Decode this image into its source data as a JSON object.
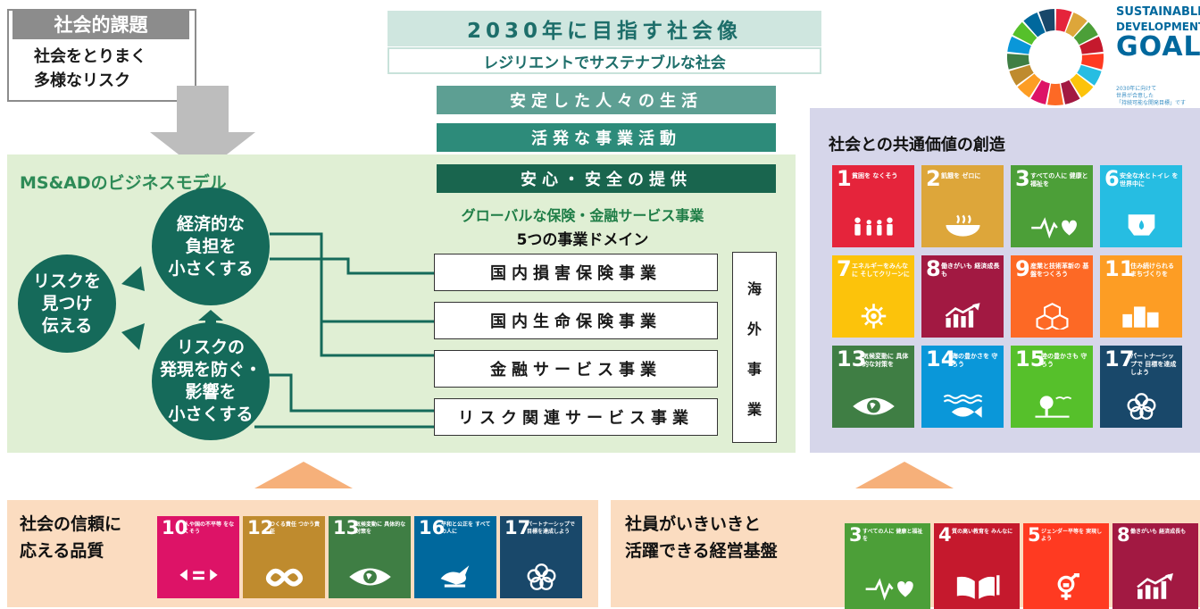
{
  "issues": {
    "tab": "社会的課題",
    "line1": "社会をとりまく",
    "line2": "多様なリスク"
  },
  "vision": {
    "title": "2030年に目指す社会像",
    "subtitle": "レジリエントでサステナブルな社会",
    "bars": [
      "安定した人々の生活",
      "活発な事業活動",
      "安心・安全の提供"
    ]
  },
  "business_model": {
    "title": "MS&ADのビジネスモデル",
    "circle_find": [
      "リスクを",
      "見つけ",
      "伝える"
    ],
    "circle_econ": [
      "経済的な",
      "負担を",
      "小さくする"
    ],
    "circle_prevent": [
      "リスクの",
      "発現を防ぐ・",
      "影響を",
      "小さくする"
    ],
    "global_title": "グローバルな保険・金融サービス事業",
    "domain_title": "5つの事業ドメイン",
    "domains": [
      "国内損害保険事業",
      "国内生命保険事業",
      "金融サービス事業",
      "リスク関連サービス事業"
    ],
    "overseas": [
      "海",
      "外",
      "事",
      "業"
    ]
  },
  "sdgs_logo": {
    "line1": "SUSTAINABLE",
    "line2": "DEVELOPMENT",
    "line3": "GOALS",
    "note1": "2030年に向けて",
    "note2": "世界が合意した",
    "note3": "「持続可能な開発目標」です"
  },
  "shared_value": {
    "title": "社会との共通価値の創造",
    "goals": [
      {
        "num": "1",
        "label": "貧困を なくそう",
        "color": "#e5243b",
        "icon": "people-family-icon"
      },
      {
        "num": "2",
        "label": "飢餓を ゼロに",
        "color": "#dda63a",
        "icon": "bowl-icon"
      },
      {
        "num": "3",
        "label": "すべての人に 健康と福祉を",
        "color": "#4c9f38",
        "icon": "heartbeat-icon"
      },
      {
        "num": "6",
        "label": "安全な水とトイレ を世界中に",
        "color": "#26bde2",
        "icon": "water-drop-icon"
      },
      {
        "num": "7",
        "label": "エネルギーをみんなに そしてクリーンに",
        "color": "#fcc30b",
        "icon": "sun-power-icon"
      },
      {
        "num": "8",
        "label": "働きがいも 経済成長も",
        "color": "#a21942",
        "icon": "growth-chart-icon"
      },
      {
        "num": "9",
        "label": "産業と技術革新の 基盤をつくろう",
        "color": "#fd6925",
        "icon": "cubes-icon"
      },
      {
        "num": "11",
        "label": "住み続けられる まちづくりを",
        "color": "#fd9d24",
        "icon": "city-icon"
      },
      {
        "num": "13",
        "label": "気候変動に 具体的な対策を",
        "color": "#3f7e44",
        "icon": "earth-eye-icon"
      },
      {
        "num": "14",
        "label": "海の豊かさを 守ろう",
        "color": "#0a97d9",
        "icon": "fish-icon"
      },
      {
        "num": "15",
        "label": "陸の豊かさも 守ろう",
        "color": "#56c02b",
        "icon": "tree-bird-icon"
      },
      {
        "num": "17",
        "label": "パートナーシップで 目標を達成しよう",
        "color": "#19486a",
        "icon": "rings-icon"
      }
    ]
  },
  "bottom_left": {
    "title_line1": "社会の信頼に",
    "title_line2": "応える品質",
    "goals": [
      {
        "num": "10",
        "label": "人や国の不平等 をなくそう",
        "color": "#dd1367",
        "icon": "equality-icon"
      },
      {
        "num": "12",
        "label": "つくる責任 つかう責任",
        "color": "#bf8b2e",
        "icon": "infinity-icon"
      },
      {
        "num": "13",
        "label": "気候変動に 具体的な対策を",
        "color": "#3f7e44",
        "icon": "earth-eye-icon"
      },
      {
        "num": "16",
        "label": "平和と公正を すべての人に",
        "color": "#00689d",
        "icon": "dove-icon"
      },
      {
        "num": "17",
        "label": "パートナーシップで 目標を達成しよう",
        "color": "#19486a",
        "icon": "rings-icon"
      }
    ]
  },
  "bottom_right": {
    "title_line1": "社員がいきいきと",
    "title_line2": "活躍できる経営基盤",
    "goals": [
      {
        "num": "3",
        "label": "すべての人に 健康と福祉を",
        "color": "#4c9f38",
        "icon": "heartbeat-icon"
      },
      {
        "num": "4",
        "label": "質の高い教育を みんなに",
        "color": "#c5192d",
        "icon": "book-pencil-icon"
      },
      {
        "num": "5",
        "label": "ジェンダー平等を 実現しよう",
        "color": "#ff3a21",
        "icon": "gender-icon"
      },
      {
        "num": "8",
        "label": "働きがいも 経済成長も",
        "color": "#a21942",
        "icon": "growth-chart-icon"
      }
    ]
  }
}
